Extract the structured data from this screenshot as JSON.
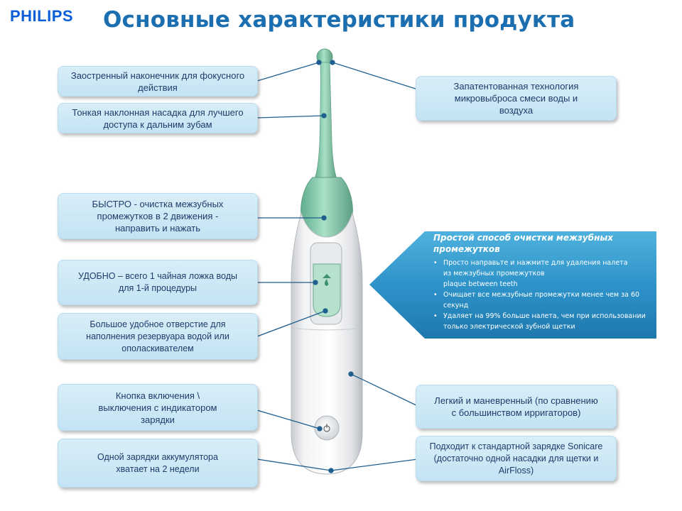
{
  "header": {
    "logo": "PHILIPS",
    "title": "Основные характеристики продукта"
  },
  "callouts": {
    "tip": [
      "Заостренный наконечник  для фокусного",
      "действия"
    ],
    "nozzle": [
      "Тонкая наклонная насадка для лучшего",
      "доступа к дальним зубам"
    ],
    "fast": [
      "БЫСТРО - очистка межзубных",
      "промежутков в 2 движения -",
      "направить и нажать"
    ],
    "convenient": [
      "УДОБНО – всего 1 чайная ложка воды",
      "для 1-й процедуры"
    ],
    "opening": [
      "Большое удобное отверстие для",
      "наполнения резервуара водой или",
      "ополаскивателем"
    ],
    "power": [
      "Кнопка включения \\",
      "выключения с индикатором",
      "зарядки"
    ],
    "battery": [
      "Одной зарядки аккумулятора",
      "хватает на 2 недели"
    ],
    "patented": [
      "Запатентованная технология",
      "микровыброса смеси воды и",
      "воздуха"
    ],
    "light": [
      "Легкий и маневренный (по сравнению",
      "с большинством  ирригаторов)"
    ],
    "charger": [
      "Подходит к стандартной зарядке Sonicare",
      "(достаточно одной насадки для щетки и",
      "AirFloss)"
    ]
  },
  "info_panel": {
    "title": "Простой способ очистки межзубных промежутков",
    "bullet1_line1": "Просто направьте и нажмите для удаления налета",
    "bullet1_line2": "из межзубных промежутков",
    "bullet1_line3": "plaque between  teeth",
    "bullet2": "Очищает все межзубные промежутки  менее чем за 60 секунд",
    "bullet3": "Удаляет на 99% больше  налета, чем при использовании только электрической  зубной щетки"
  },
  "colors": {
    "brand_blue": "#0b5ed7",
    "title_blue": "#1b6fb0",
    "callout_fill": "#c9e7f5",
    "callout_text": "#1f3b6b",
    "panel_blue": "#2d8ec6",
    "nozzle_green": "#8ed2b3",
    "leader_line": "#1f5f8f"
  }
}
